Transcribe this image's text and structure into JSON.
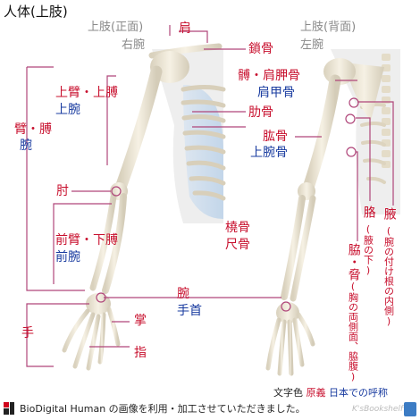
{
  "title": "人体(上肢)",
  "front": {
    "view_label": "上肢(正面)",
    "side_label": "右腕",
    "labels": {
      "kata": "肩",
      "sakotsu": "鎖骨",
      "hiji_upper_red": "上臂・上膊",
      "hiji_upper_blue": "上腕",
      "ude_red": "臂・膊",
      "ude_blue": "腕",
      "rokkotsu": "肋骨",
      "hiji": "肘",
      "forearm_red": "前臂・下膊",
      "forearm_blue": "前腕",
      "wan_red": "腕",
      "wan_blue": "手首",
      "te": "手",
      "sho": "掌",
      "yubi": "指"
    }
  },
  "back": {
    "view_label": "上肢(背面)",
    "side_label": "左腕",
    "labels": {
      "kenkoukotsu_red": "髆・肩胛骨",
      "kenkoukotsu_blue": "肩甲骨",
      "kou_red": "肱骨",
      "kou_blue": "上腕骨",
      "toukotsu": "橈骨",
      "shakkotsu": "尺骨",
      "waki_vertical": "腋",
      "waki_note": "(腕の付け根の内側)",
      "waki2": "胳",
      "waki2_note": "(腋の下)",
      "kyou": "脇・脅",
      "kyou_note": "(胸の両側面、脇腹)"
    }
  },
  "legend": {
    "prefix": "文字色",
    "original": "原義",
    "japan": "日本での呼称"
  },
  "footer": {
    "text": "BioDigital Human の画像を利用・加工させていただきました。",
    "watermark": "K'sBookshelf"
  },
  "colors": {
    "red": "#c8102e",
    "blue": "#1a3ca0",
    "line": "#b0467a",
    "bone": "#efe8d8"
  }
}
